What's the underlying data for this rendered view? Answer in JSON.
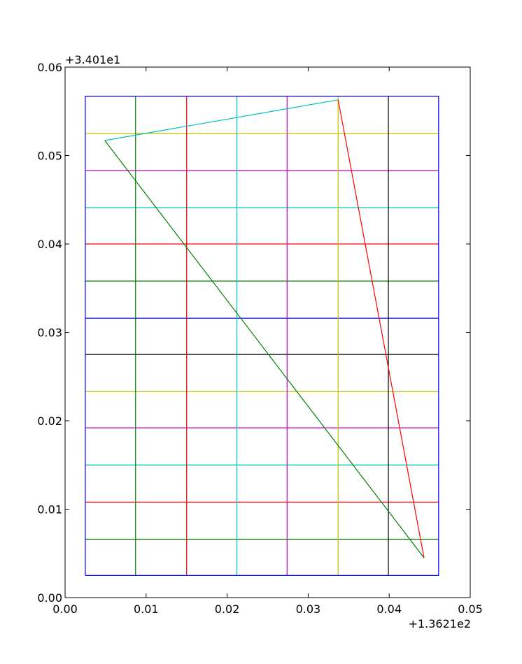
{
  "chart_data": {
    "type": "line",
    "title": "",
    "xlabel": "",
    "ylabel": "",
    "x_offset_label": "+1.3621e2",
    "y_offset_label": "+3.401e1",
    "xlim": [
      0.0,
      0.05
    ],
    "ylim": [
      0.0,
      0.06
    ],
    "x_ticks": [
      0.0,
      0.01,
      0.02,
      0.03,
      0.04,
      0.05
    ],
    "x_tick_labels": [
      "0.00",
      "0.01",
      "0.02",
      "0.03",
      "0.04",
      "0.05"
    ],
    "y_ticks": [
      0.0,
      0.01,
      0.02,
      0.03,
      0.04,
      0.05,
      0.06
    ],
    "y_tick_labels": [
      "0.00",
      "0.01",
      "0.02",
      "0.03",
      "0.04",
      "0.05",
      "0.06"
    ],
    "grid": false,
    "legend": false,
    "bounding_box": {
      "color": "#0000ff",
      "x": [
        0.0025,
        0.0025,
        0.0461,
        0.0461,
        0.0025
      ],
      "y": [
        0.0025,
        0.0567,
        0.0567,
        0.0025,
        0.0025
      ]
    },
    "vertical_lines": [
      {
        "x": 0.0087,
        "y0": 0.0025,
        "y1": 0.0567,
        "color": "#008000"
      },
      {
        "x": 0.015,
        "y0": 0.0025,
        "y1": 0.0567,
        "color": "#ff0000"
      },
      {
        "x": 0.0212,
        "y0": 0.0025,
        "y1": 0.0567,
        "color": "#00bfbf"
      },
      {
        "x": 0.0274,
        "y0": 0.0025,
        "y1": 0.0567,
        "color": "#bf00bf"
      },
      {
        "x": 0.0337,
        "y0": 0.0025,
        "y1": 0.0567,
        "color": "#bfbf00"
      },
      {
        "x": 0.0399,
        "y0": 0.0025,
        "y1": 0.0567,
        "color": "#000000"
      }
    ],
    "horizontal_lines": [
      {
        "y": 0.0066,
        "x0": 0.0025,
        "x1": 0.0461,
        "color": "#008000"
      },
      {
        "y": 0.0108,
        "x0": 0.0025,
        "x1": 0.0461,
        "color": "#ff0000"
      },
      {
        "y": 0.015,
        "x0": 0.0025,
        "x1": 0.0461,
        "color": "#00bfbf"
      },
      {
        "y": 0.0192,
        "x0": 0.0025,
        "x1": 0.0461,
        "color": "#bf00bf"
      },
      {
        "y": 0.0233,
        "x0": 0.0025,
        "x1": 0.0461,
        "color": "#bfbf00"
      },
      {
        "y": 0.0275,
        "x0": 0.0025,
        "x1": 0.0461,
        "color": "#000000"
      },
      {
        "y": 0.0316,
        "x0": 0.0025,
        "x1": 0.0461,
        "color": "#0000ff"
      },
      {
        "y": 0.0358,
        "x0": 0.0025,
        "x1": 0.0461,
        "color": "#008000"
      },
      {
        "y": 0.04,
        "x0": 0.0025,
        "x1": 0.0461,
        "color": "#ff0000"
      },
      {
        "y": 0.0441,
        "x0": 0.0025,
        "x1": 0.0461,
        "color": "#00bfbf"
      },
      {
        "y": 0.0483,
        "x0": 0.0025,
        "x1": 0.0461,
        "color": "#bf00bf"
      },
      {
        "y": 0.0525,
        "x0": 0.0025,
        "x1": 0.0461,
        "color": "#bfbf00"
      }
    ],
    "series": [
      {
        "color": "#00bfbf",
        "x": [
          0.0049,
          0.0337
        ],
        "y": [
          0.0517,
          0.0563
        ]
      },
      {
        "color": "#ff0000",
        "x": [
          0.0337,
          0.0443
        ],
        "y": [
          0.0563,
          0.0045
        ]
      },
      {
        "color": "#008000",
        "x": [
          0.0443,
          0.0049
        ],
        "y": [
          0.0045,
          0.0517
        ]
      }
    ]
  }
}
